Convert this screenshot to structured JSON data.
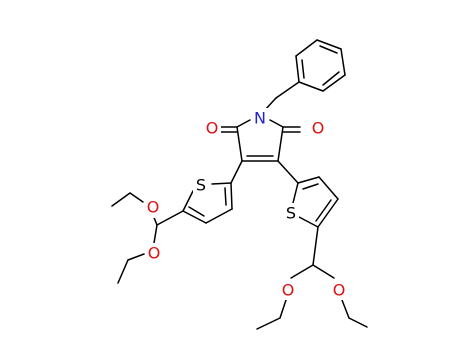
{
  "colors": {
    "bond": "#000000",
    "carbon": "#000000",
    "nitrogen": "#2222dd",
    "oxygen": "#dd1111",
    "sulfur": "#000000",
    "background": "#ffffff"
  },
  "atoms": {
    "n1": "N",
    "o1": "O",
    "o2": "O",
    "s1": "S",
    "s2": "S",
    "o3": "O",
    "o4": "O",
    "o5": "O",
    "o6": "O"
  }
}
